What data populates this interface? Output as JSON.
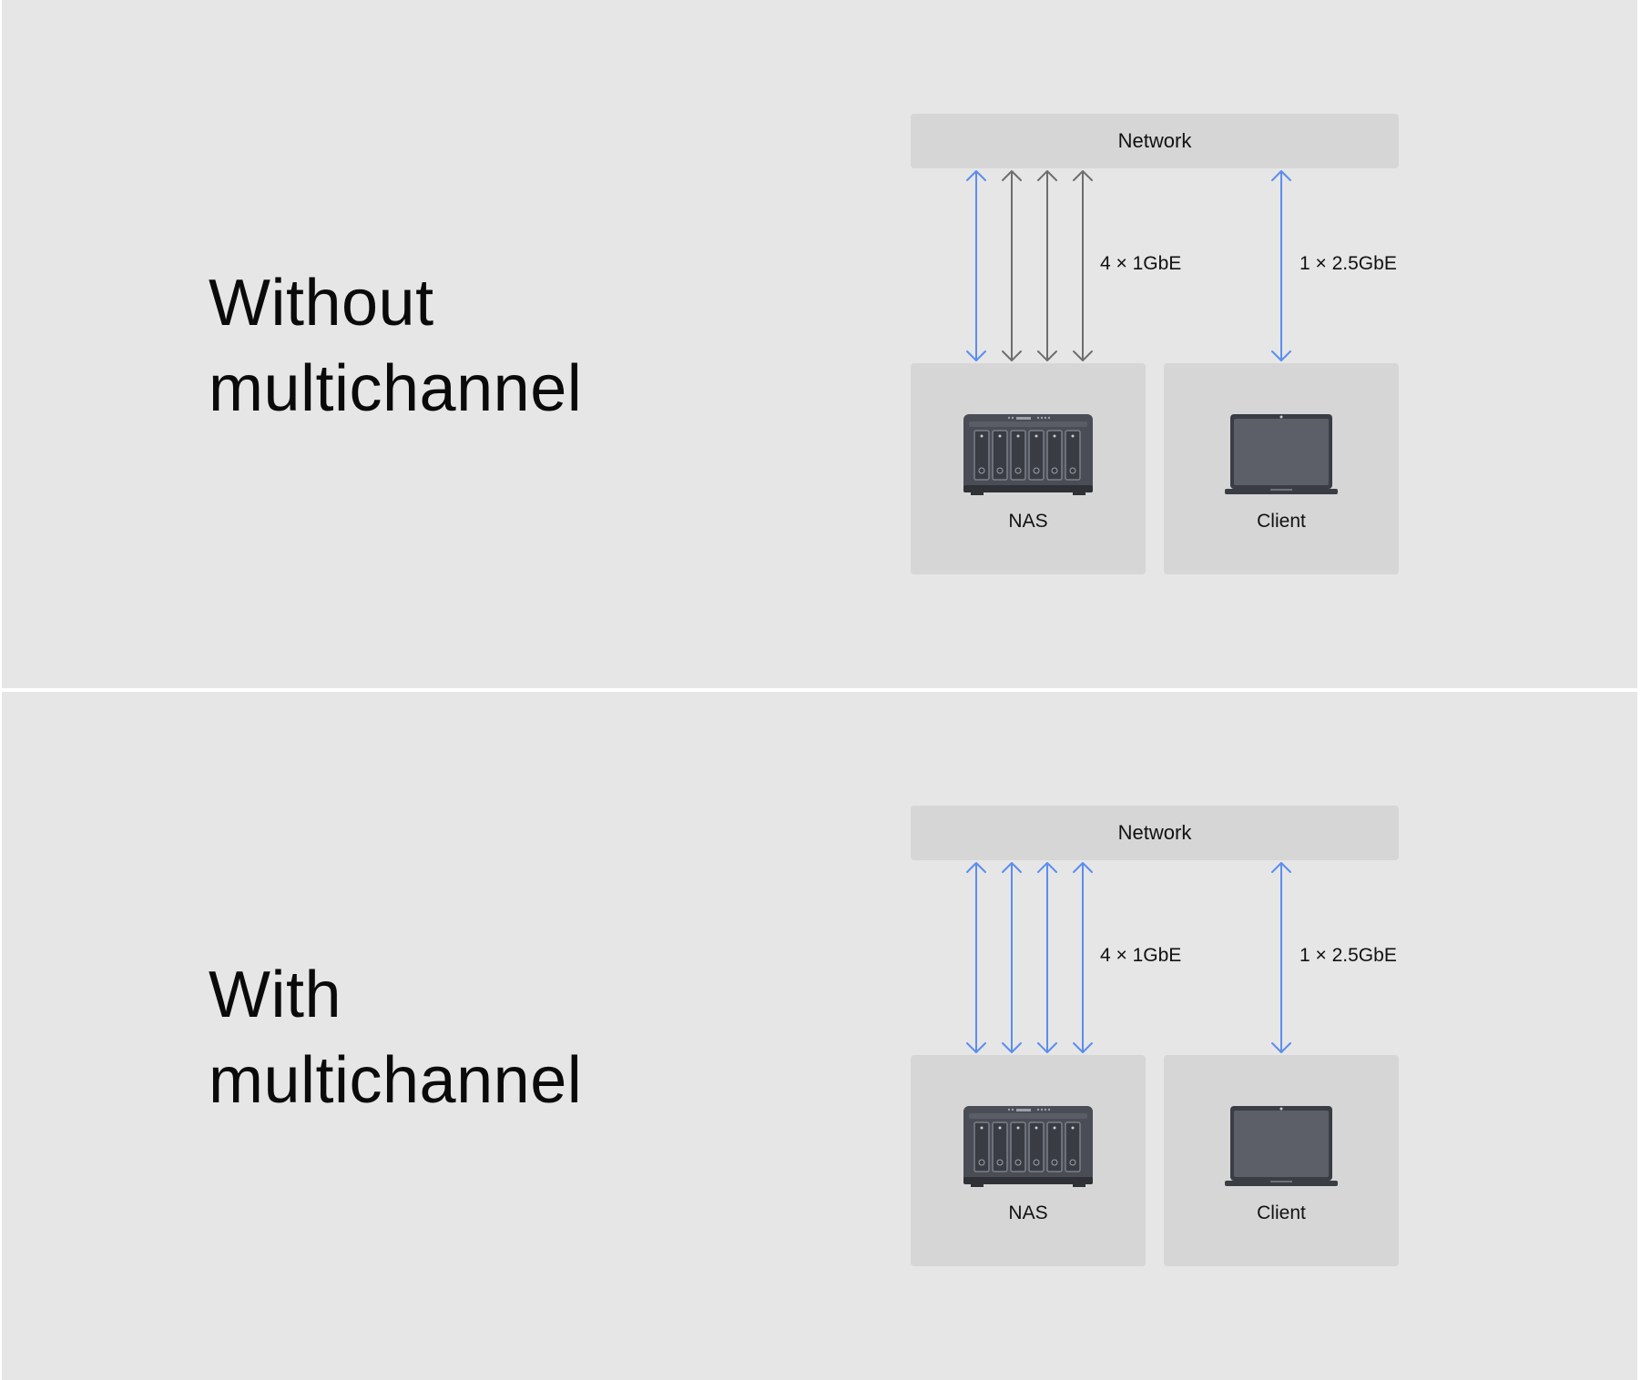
{
  "colors": {
    "background": "#e6e6e6",
    "box": "#d6d6d6",
    "link_active": "#5b8def",
    "link_idle": "#6e6e6e",
    "device": "#4a4d55"
  },
  "panels": [
    {
      "heading": [
        "Without",
        "multichannel"
      ],
      "network_label": "Network",
      "nas_label": "NAS",
      "client_label": "Client",
      "nas_link_label": "4 × 1GbE",
      "client_link_label": "1 × 2.5GbE",
      "nas_links_active": [
        true,
        false,
        false,
        false
      ],
      "client_link_active": true
    },
    {
      "heading": [
        "With",
        "multichannel"
      ],
      "network_label": "Network",
      "nas_label": "NAS",
      "client_label": "Client",
      "nas_link_label": "4 × 1GbE",
      "client_link_label": "1 × 2.5GbE",
      "nas_links_active": [
        true,
        true,
        true,
        true
      ],
      "client_link_active": true
    }
  ]
}
